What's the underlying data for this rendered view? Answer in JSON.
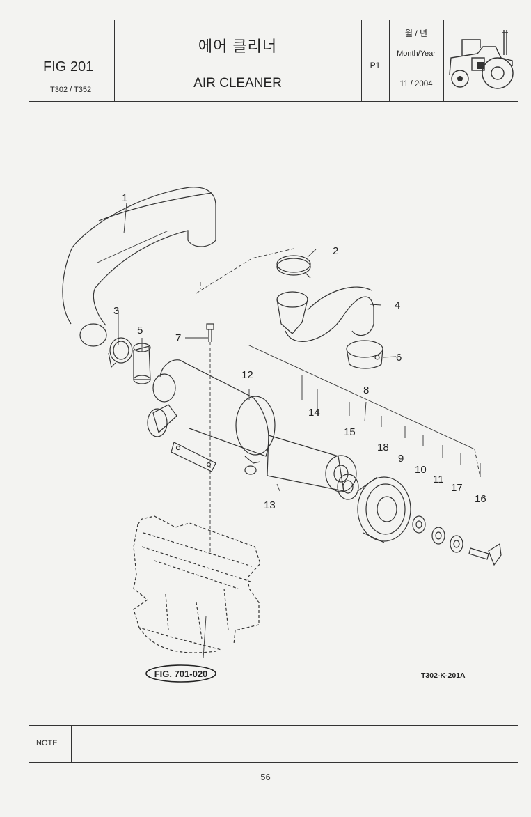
{
  "header": {
    "fig_label": "FIG 201",
    "models": "T302 / T352",
    "title_korean": "에어 클리너",
    "title_english": "AIR CLEANER",
    "page_code": "P1",
    "month_year_korean": "월 / 년",
    "month_year_label": "Month/Year",
    "date": "11 / 2004"
  },
  "diagram": {
    "callouts": [
      "1",
      "2",
      "3",
      "4",
      "5",
      "6",
      "7",
      "8",
      "9",
      "10",
      "11",
      "12",
      "13",
      "14",
      "15",
      "16",
      "17",
      "18"
    ],
    "reference_label": "FIG. 701-020",
    "drawing_code": "T302-K-201A"
  },
  "note": {
    "label": "NOTE"
  },
  "footer": {
    "page_number": "56"
  }
}
